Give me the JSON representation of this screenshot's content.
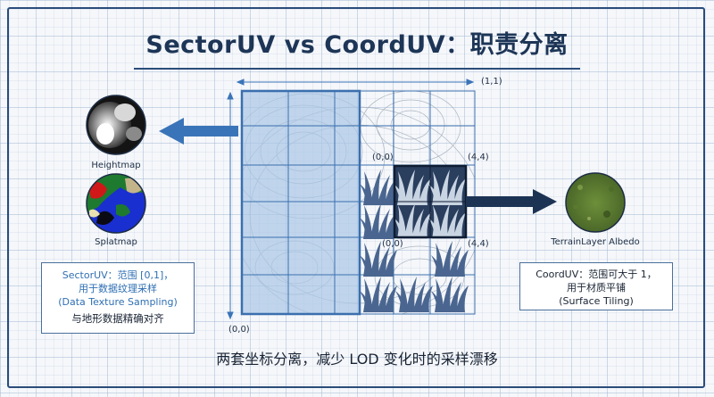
{
  "title": "SectorUV vs CoordUV：职责分离",
  "grid": {
    "coord_top_right": "(1,1)",
    "coord_bottom_left": "(0,0)",
    "tile_top_left": "(0,0)",
    "tile_top_right": "(4,4)",
    "tile_bottom_left": "(0,0)",
    "tile_bottom_right": "(4,4)"
  },
  "left_panel": {
    "heightmap_label": "Heightmap",
    "splatmap_label": "Splatmap",
    "box_line1": "SectorUV：范围 [0,1]，",
    "box_line2": "用于数据纹理采样",
    "box_line3": "(Data Texture Sampling)",
    "box_line4": "与地形数据精确对齐"
  },
  "right_panel": {
    "albedo_label": "TerrainLayer Albedo",
    "box_line1": "CoordUV：范围可大于 1，",
    "box_line2": "用于材质平铺",
    "box_line3": "(Surface Tiling)"
  },
  "bottom_caption": "两套坐标分离，减少 LOD 变化时的采样漂移",
  "colors": {
    "frame": "#2a4c7a",
    "sector_fill": "#a9c6e6",
    "sector_border": "#3a6fae",
    "arrow_left": "#3a74b8",
    "arrow_right": "#1c3354",
    "tile_dark": "#2a3e5e",
    "grass": "#4a6690"
  }
}
